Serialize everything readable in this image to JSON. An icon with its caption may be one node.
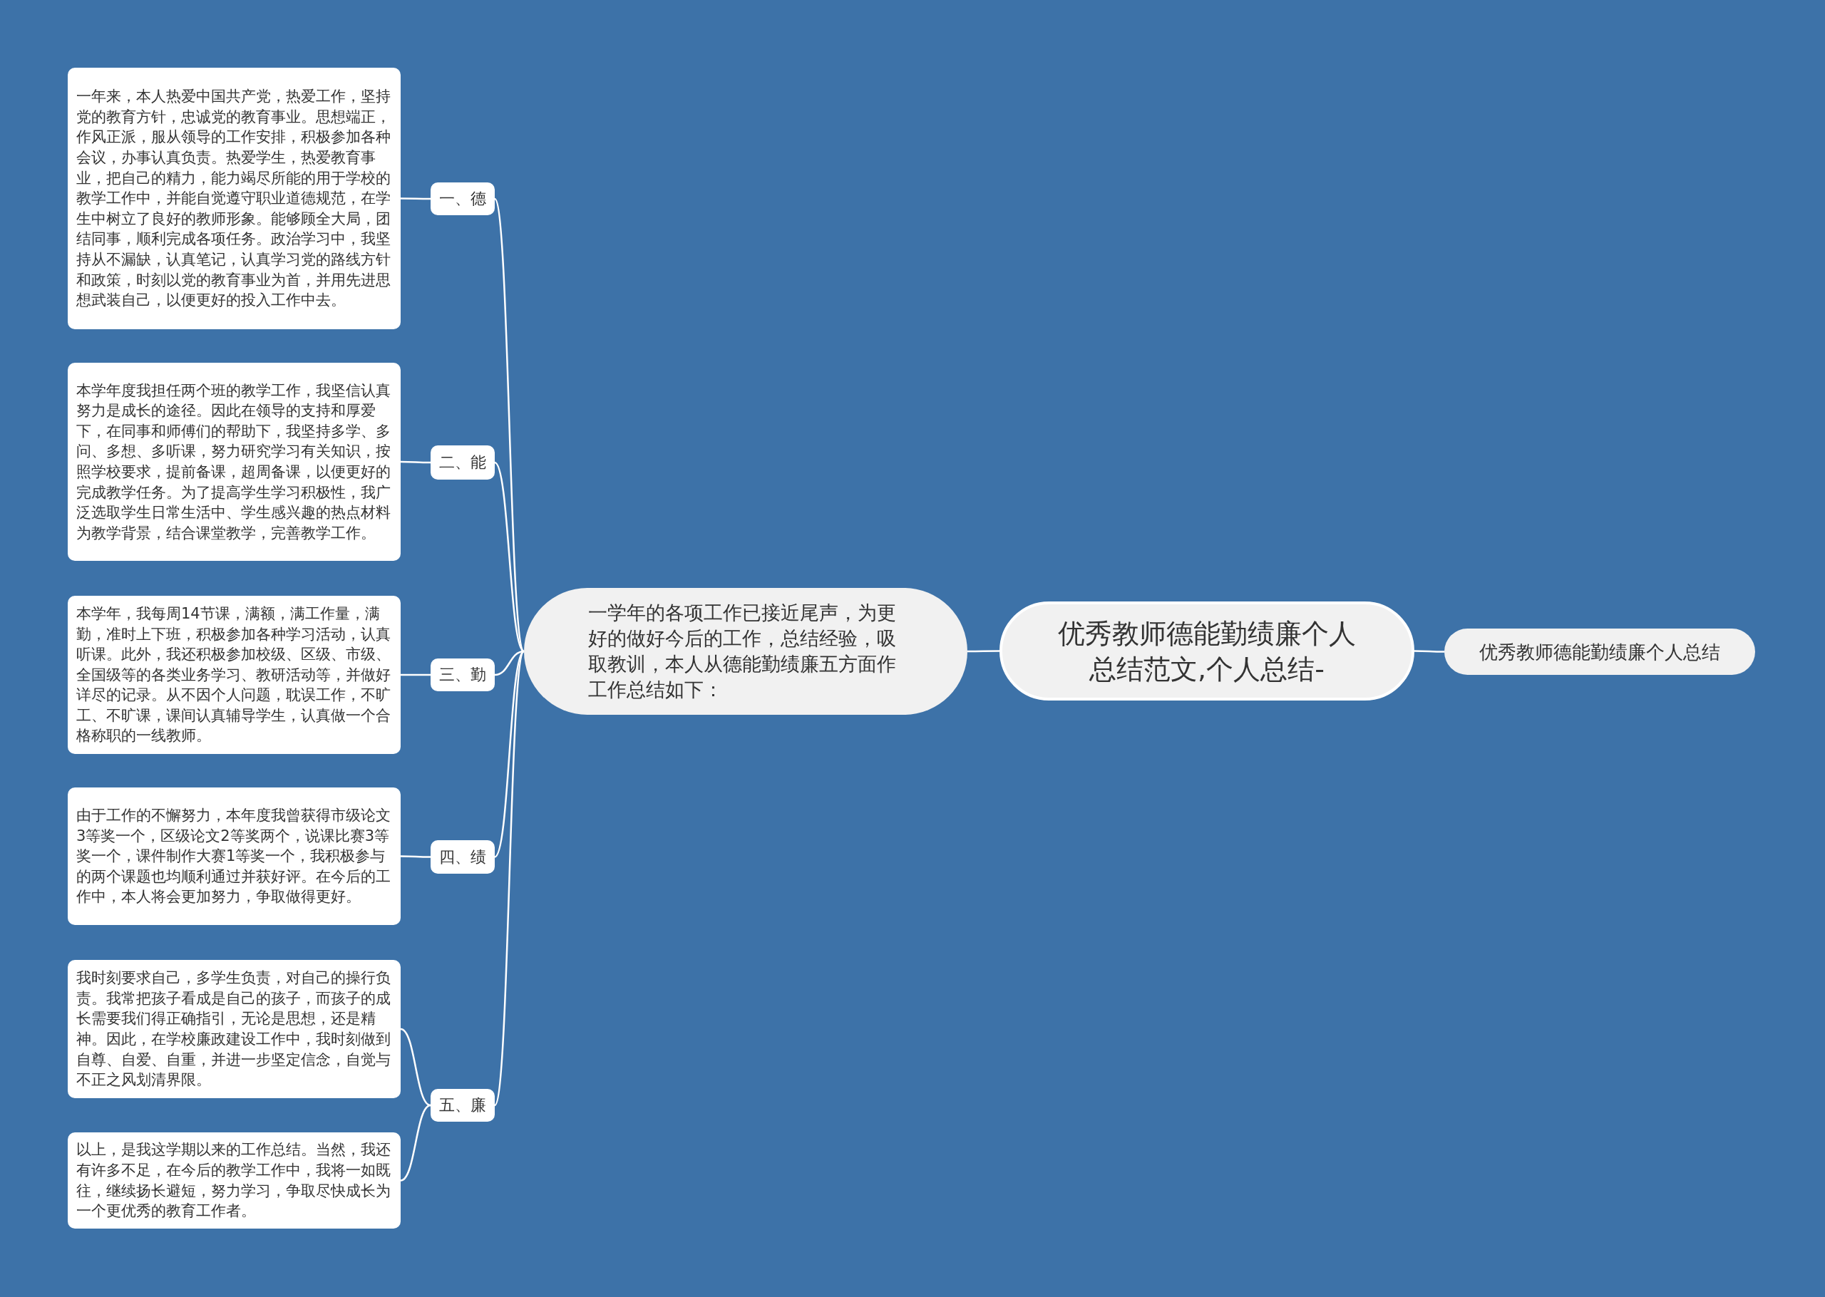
{
  "diagram": {
    "nodes": [
      {
        "text": [
          "优秀教师德能勤绩廉个人总结范文,个人总结-"
        ]
      },
      {
        "text": [
          "优秀教师德能勤绩廉个人总结"
        ]
      },
      {
        "text": [
          "一学年的各项工作已接近尾声，为更好的做好今后的工作，总结经验，吸取教训，本人从德能勤绩廉五方面作工作总结如下："
        ]
      },
      {
        "text": [
          "一、德"
        ]
      },
      {
        "text": [
          "一年来，本人热爱中国共产党，热爱工作，坚持党的教育方针，忠诚党的教育事业。思想端正，作风正派，服从领导的工作安排，积极参加各种会议，办事认真负责。热爱学生，热爱教育事业，把自己的精力，能力竭尽所能的用于学校的教学工作中，并能自觉遵守职业道德规范，在学生中树立了良好的教师形象。能够顾全大局，团结同事，顺利完成各项任务。政治学习中，我坚持从不漏缺，认真笔记，认真学习党的路线方针和政策，时刻以党的教育事业为首，并用先进思想武装自己，以便更好的投入工作中去。"
        ]
      },
      {
        "text": [
          "二、能"
        ]
      },
      {
        "text": [
          "本学年度我担任两个班的教学工作，我坚信认真努力是成长的途径。因此在领导的支持和厚爱下，在同事和师傅们的帮助下，我坚持多学、多问、多想、多听课，努力研究学习有关知识，按照学校要求，提前备课，超周备课，以便更好的完成教学任务。为了提高学生学习积极性，我广泛选取学生日常生活中、学生感兴趣的热点材料为教学背景，结合课堂教学，完善教学工作。"
        ]
      },
      {
        "text": [
          "三、勤"
        ]
      },
      {
        "text": [
          "本学年，我每周14节课，满额，满工作量，满勤，准时上下班，积极参加各种学习活动，认真听课。此外，我还积极参加校级、区级、市级、全国级等的各类业务学习、教研活动等，并做好详尽的记录。从不因个人问题，耽误工作，不旷工、不旷课，课间认真辅导学生，认真做一个合格称职的一线教师。"
        ]
      },
      {
        "text": [
          "四、绩"
        ]
      },
      {
        "text": [
          "由于工作的不懈努力，本年度我曾获得市级论文3等奖一个，区级论文2等奖两个，说课比赛3等奖一个，课件制作大赛1等奖一个，我积极参与的两个课题也均顺利通过并获好评。在今后的工作中，本人将会更加努力，争取做得更好。"
        ]
      },
      {
        "text": [
          "五、廉"
        ]
      },
      {
        "text": [
          "我时刻要求自己，多学生负责，对自己的操行负责。我常把孩子看成是自己的孩子，而孩子的成长需要我们得正确指引，无论是思想，还是精神。因此，在学校廉政建设工作中，我时刻做到自尊、自爱、自重，并进一步坚定信念，自觉与不正之风划清界限。"
        ]
      },
      {
        "text": [
          "以上，是我这学期以来的工作总结。当然，我还有许多不足，在今后的教学工作中，我将一如既往，继续扬长避短，努力学习，争取尽快成长为一个更优秀的教育工作者。"
        ]
      }
    ],
    "edges": [
      {
        "from": 0,
        "to": 1,
        "arrow": "none"
      },
      {
        "from": 0,
        "to": 2,
        "arrow": "none"
      },
      {
        "from": 2,
        "to": 3,
        "arrow": "none"
      },
      {
        "from": 3,
        "to": 4,
        "arrow": "none"
      },
      {
        "from": 2,
        "to": 5,
        "arrow": "none"
      },
      {
        "from": 5,
        "to": 6,
        "arrow": "none"
      },
      {
        "from": 2,
        "to": 7,
        "arrow": "none"
      },
      {
        "from": 7,
        "to": 8,
        "arrow": "none"
      },
      {
        "from": 2,
        "to": 9,
        "arrow": "none"
      },
      {
        "from": 9,
        "to": 10,
        "arrow": "none"
      },
      {
        "from": 2,
        "to": 11,
        "arrow": "none"
      },
      {
        "from": 11,
        "to": 12,
        "arrow": "none"
      },
      {
        "from": 11,
        "to": 13,
        "arrow": "none"
      }
    ]
  }
}
